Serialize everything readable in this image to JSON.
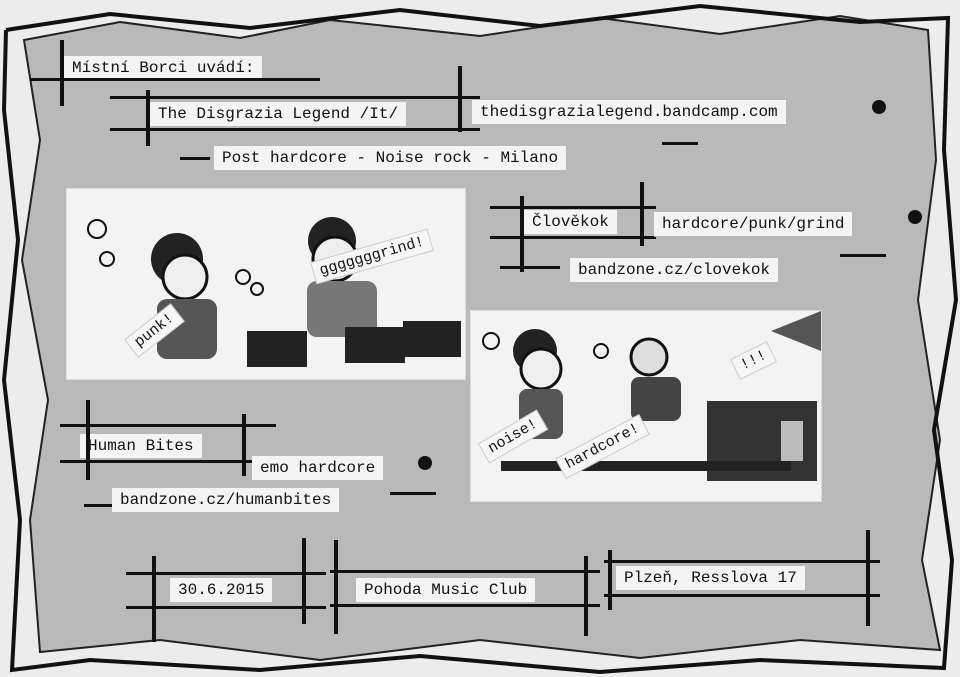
{
  "header": {
    "presenter": "Místní Borci uvádí:",
    "band1_name": "The Disgrazia Legend /It/",
    "band1_url": "thedisgrazialegend.bandcamp.com",
    "band1_genre": "Post hardcore - Noise rock - Milano"
  },
  "band2": {
    "name": "Člověkok",
    "genre": "hardcore/punk/grind",
    "url": "bandzone.cz/clovekok"
  },
  "band3": {
    "name": "Human Bites",
    "genre": "emo hardcore",
    "url": "bandzone.cz/humanbites"
  },
  "comic_labels": {
    "punk": "punk!",
    "grind": "gggggggrind!",
    "noise": "noise!",
    "hardcore": "hardcore!",
    "exclaim": "!!!"
  },
  "event": {
    "date": "30.6.2015",
    "venue": "Pohoda Music Club",
    "address": "Plzeň, Resslova 17"
  },
  "colors": {
    "paper": "#b9b9b9",
    "ink": "#111111",
    "strip": "#f4f4f4"
  }
}
